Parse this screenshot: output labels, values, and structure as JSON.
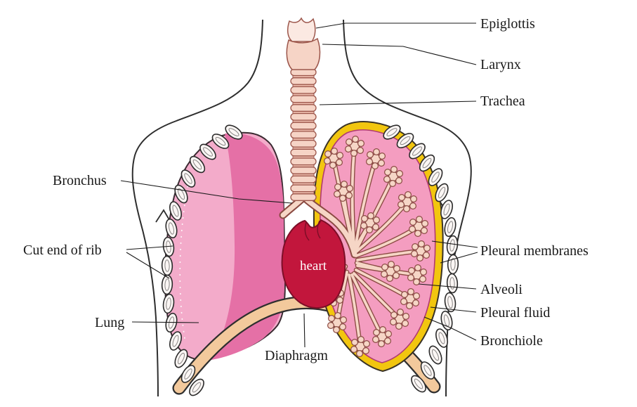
{
  "figure": {
    "labels": {
      "epiglottis": "Epiglottis",
      "larynx": "Larynx",
      "trachea": "Trachea",
      "bronchus": "Bronchus",
      "cut_end_of_rib": "Cut end of rib",
      "lung": "Lung",
      "diaphragm": "Diaphragm",
      "pleural_membranes": "Pleural membranes",
      "alveoli": "Alveoli",
      "pleural_fluid": "Pleural fluid",
      "bronchiole": "Bronchiole",
      "heart": "heart"
    },
    "colors": {
      "lung_pink_light": "#f3abca",
      "lung_pink_dark": "#e570a6",
      "section_pink": "#f49dc0",
      "pleural_yellow": "#f2c60f",
      "cartilage_cream": "#f6d4c6",
      "cartilage_outline": "#9c564b",
      "heart_red": "#c2163c",
      "heart_outline": "#7d0e27",
      "diaphragm_tan": "#f3c99c",
      "line_black": "#191919",
      "background": "#ffffff"
    }
  }
}
